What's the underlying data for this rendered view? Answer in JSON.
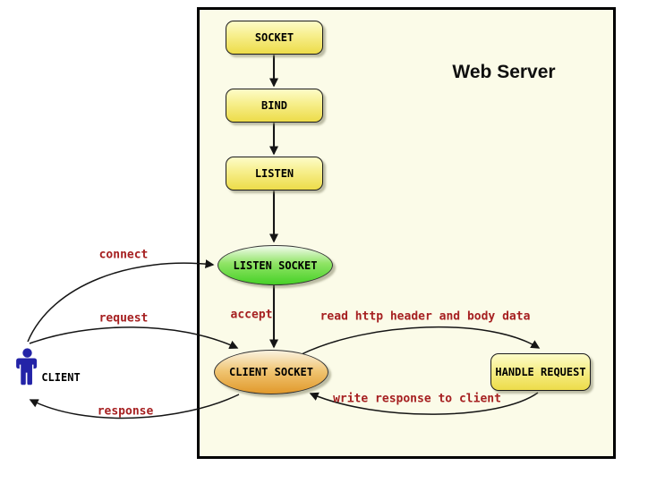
{
  "diagram": {
    "title": "Web Server",
    "nodes": {
      "socket": "SOCKET",
      "bind": "BIND",
      "listen": "LISTEN",
      "listen_socket": "LISTEN SOCKET",
      "client_socket": "CLIENT SOCKET",
      "handle_request": "HANDLE REQUEST"
    },
    "actor": {
      "label": "CLIENT"
    },
    "edges": {
      "connect": "connect",
      "request": "request",
      "response": "response",
      "accept": "accept",
      "read_http": "read http header and body data",
      "write_response": "write response to client"
    },
    "colors": {
      "frame_bg": "#fbfbe8",
      "frame_border": "#000000",
      "node_yellow_top": "#fdfcc8",
      "node_yellow_bottom": "#eddc49",
      "ellipse_green_bottom": "#47d127",
      "ellipse_orange_bottom": "#e1992b",
      "edge_label_red": "#a62021",
      "actor_blue": "#2323a7",
      "arrow_black": "#151515"
    }
  }
}
